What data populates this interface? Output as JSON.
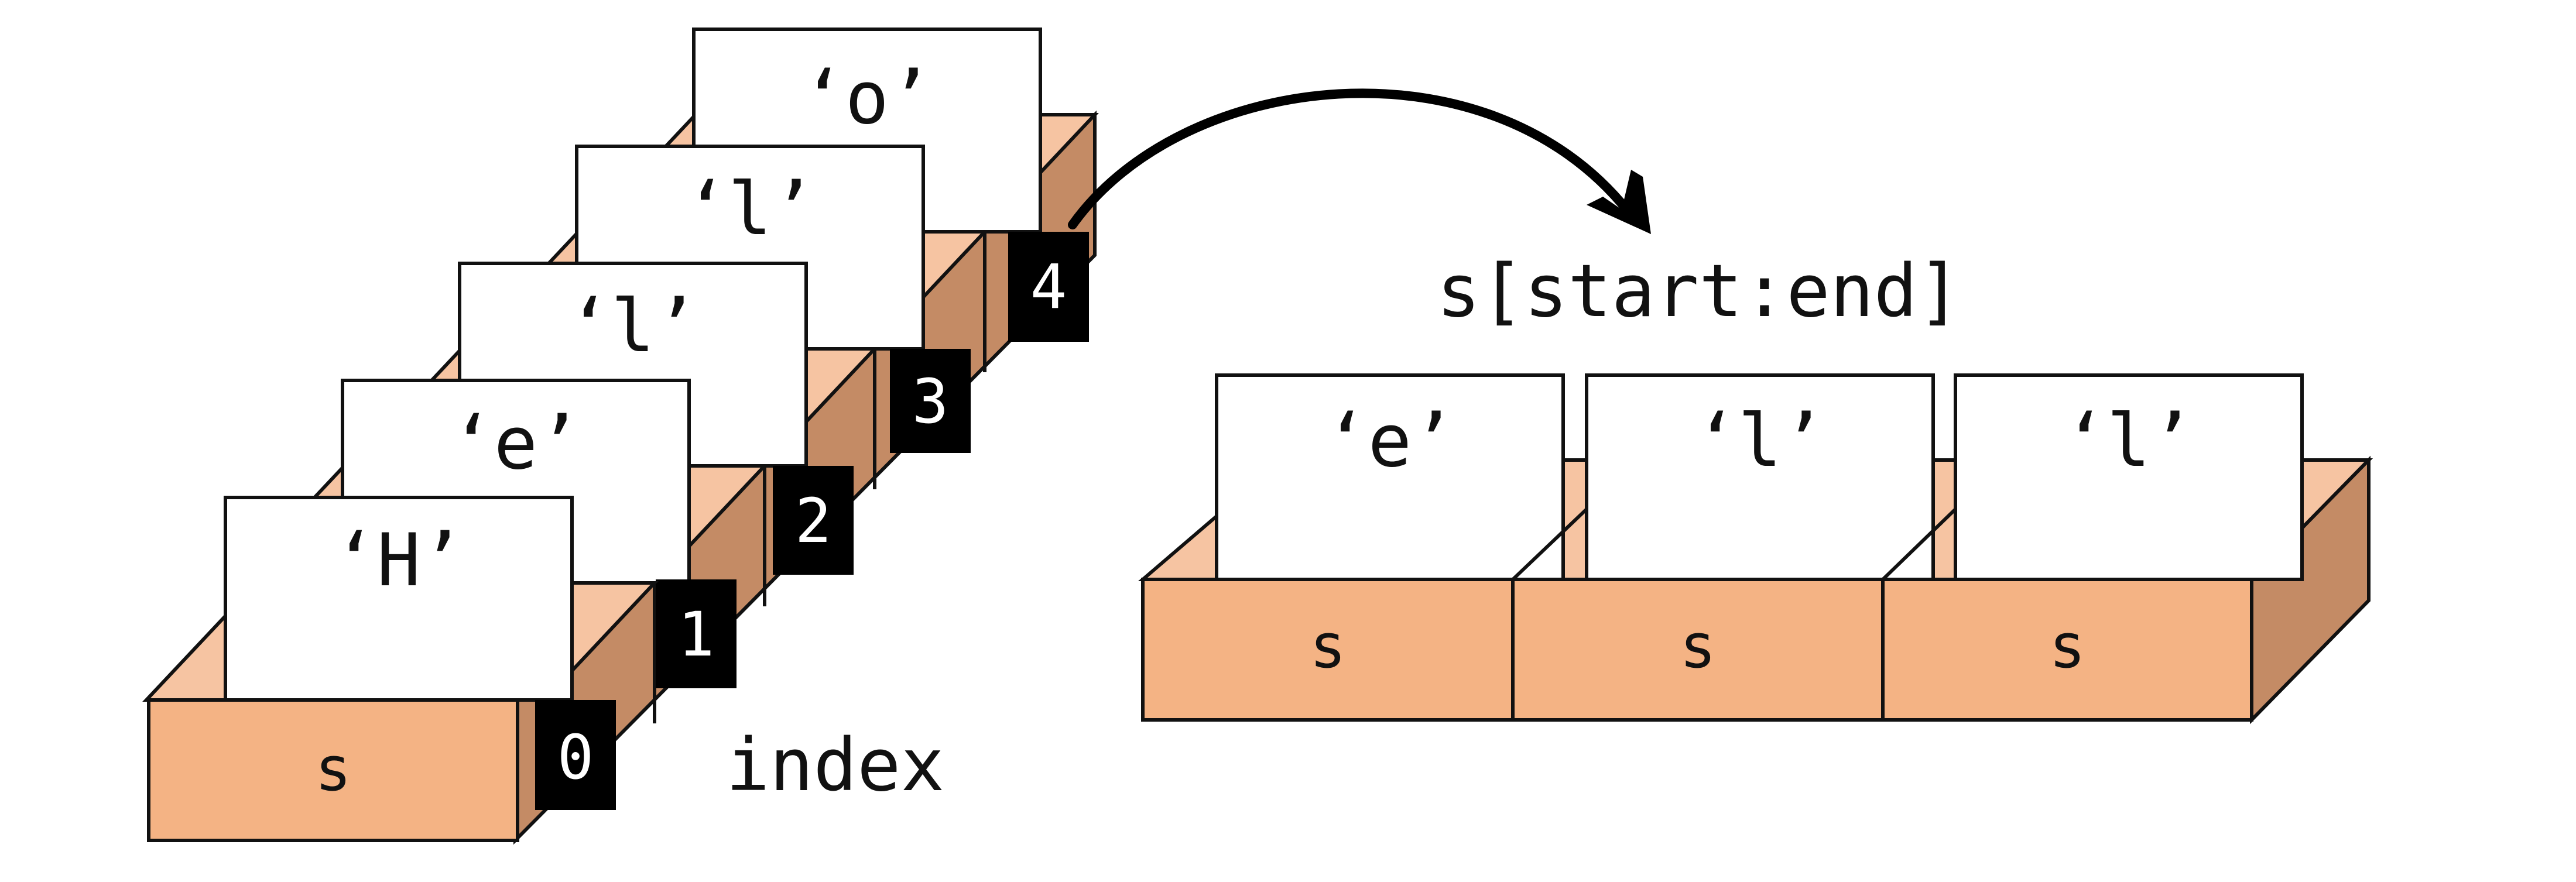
{
  "string": {
    "name": "s",
    "chars": [
      "‘H’",
      "‘e’",
      "‘l’",
      "‘l’",
      "‘o’"
    ],
    "indices": [
      "0",
      "1",
      "2",
      "3",
      "4"
    ],
    "index_caption": "index"
  },
  "slice": {
    "expression": "s[start:end]",
    "chars": [
      "‘e’",
      "‘l’",
      "‘l’"
    ],
    "names": [
      "s",
      "s",
      "s"
    ]
  },
  "colors": {
    "box_front": "#f4b384",
    "box_top": "#f6c4a2",
    "box_side": "#c48b65",
    "card": "#ffffff",
    "index_badge": "#000000",
    "outline": "#111111"
  }
}
